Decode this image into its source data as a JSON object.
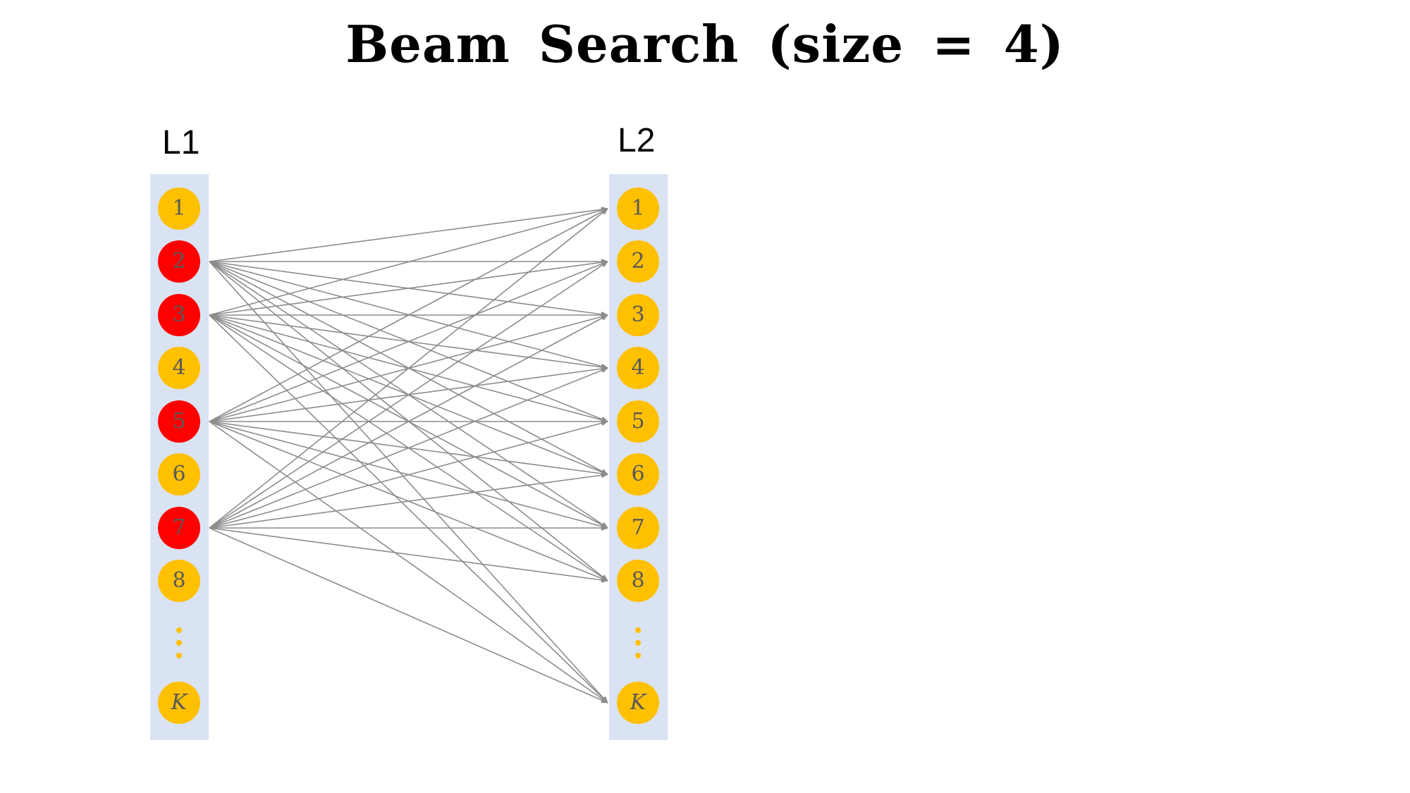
{
  "title": "Beam Search (size = 4)",
  "beam_size": 4,
  "colors": {
    "panel": "#dae3f3",
    "node": "#ffc000",
    "selected": "#ff0000",
    "edge": "#8c8c8c",
    "node_text": "#595959"
  },
  "layers": [
    {
      "label": "L1",
      "nodes": [
        "1",
        "2",
        "3",
        "4",
        "5",
        "6",
        "7",
        "8",
        "⋮",
        "K"
      ],
      "selected": [
        "2",
        "3",
        "5",
        "7"
      ]
    },
    {
      "label": "L2",
      "nodes": [
        "1",
        "2",
        "3",
        "4",
        "5",
        "6",
        "7",
        "8",
        "⋮",
        "K"
      ],
      "selected": []
    }
  ],
  "edges": {
    "from_layer": "L1",
    "to_layer": "L2",
    "sources": [
      "2",
      "3",
      "5",
      "7"
    ],
    "targets": [
      "1",
      "2",
      "3",
      "4",
      "5",
      "6",
      "7",
      "8",
      "K"
    ]
  }
}
